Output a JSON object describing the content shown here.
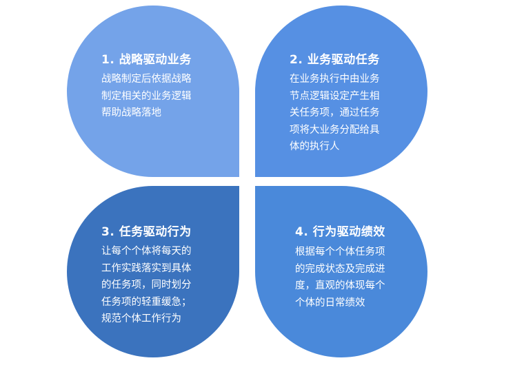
{
  "colors": {
    "q1": "#74a3e9",
    "q2": "#5690e3",
    "q3": "#3b73be",
    "q4": "#4a89da"
  },
  "quadrants": [
    {
      "title": "1. 战略驱动业务",
      "lines": [
        "战略制定后依据战略",
        "制定相关的业务逻辑",
        "帮助战略落地"
      ]
    },
    {
      "title": "2. 业务驱动任务",
      "lines": [
        "在业务执行中由业务",
        "节点逻辑设定产生相",
        "关任务项，通过任务",
        "项将大业务分配给具",
        "体的执行人"
      ]
    },
    {
      "title": "3. 任务驱动行为",
      "lines": [
        "让每个个体将每天的",
        "工作实践落实到具体",
        "的任务项，同时划分",
        "任务项的轻重缓急；",
        "规范个体工作行为"
      ]
    },
    {
      "title": "4. 行为驱动绩效",
      "lines": [
        "根据每个个体任务项",
        "的完成状态及完成进",
        "度，直观的体现每个",
        "个体的日常绩效"
      ]
    }
  ]
}
